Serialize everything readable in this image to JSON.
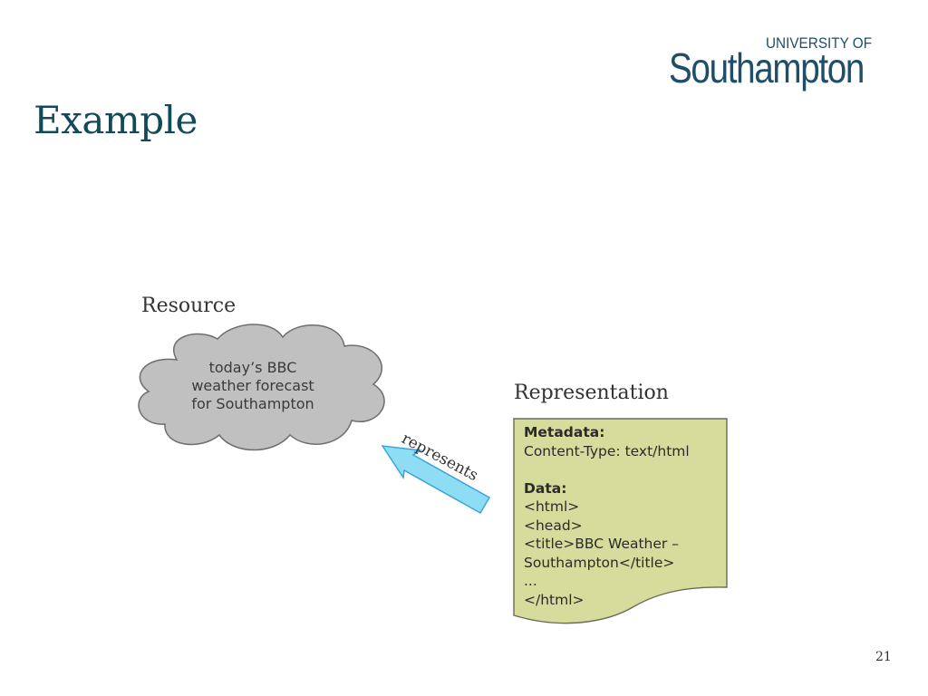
{
  "slide": {
    "title": "Example",
    "page_number": "21"
  },
  "logo": {
    "top_line": "UNIVERSITY OF",
    "main_line": "Southampton"
  },
  "diagram": {
    "resource_label": "Resource",
    "representation_label": "Representation",
    "arrow_label": "represents",
    "cloud_lines": [
      "today’s BBC",
      "weather forecast",
      "for Southampton"
    ],
    "document": {
      "metadata_heading": "Metadata:",
      "metadata_line": "Content-Type: text/html",
      "data_heading": "Data:",
      "data_lines": [
        "<html>",
        "<head>",
        "<title>BBC Weather –",
        "Southampton</title>",
        "...",
        "</html>"
      ]
    },
    "colors": {
      "cloud_fill": "#c0c0c0",
      "cloud_stroke": "#6e6e6e",
      "arrow_fill": "#8fdcf5",
      "arrow_stroke": "#3aa5d8",
      "document_fill": "#d6dc9c",
      "document_stroke": "#6a6a5a",
      "title_color": "#134a5a"
    }
  }
}
